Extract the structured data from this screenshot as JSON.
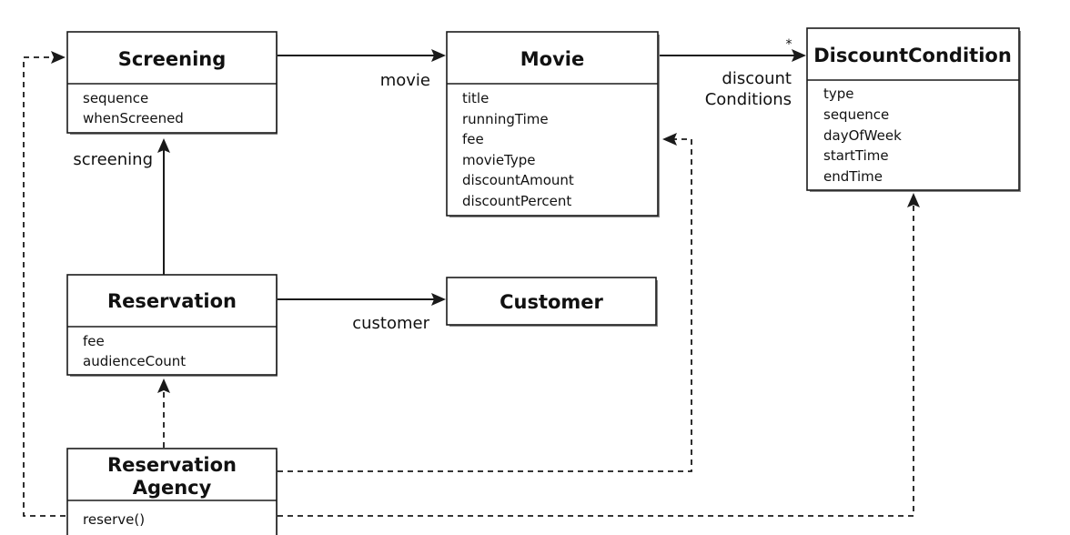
{
  "classes": {
    "screening": {
      "name": "Screening",
      "attributes": [
        "sequence",
        "whenScreened"
      ]
    },
    "movie": {
      "name": "Movie",
      "attributes": [
        "title",
        "runningTime",
        "fee",
        "movieType",
        "discountAmount",
        "discountPercent"
      ]
    },
    "discount_condition": {
      "name": "DiscountCondition",
      "attributes": [
        "type",
        "sequence",
        "dayOfWeek",
        "startTime",
        "endTime"
      ]
    },
    "reservation": {
      "name": "Reservation",
      "attributes": [
        "fee",
        "audienceCount"
      ]
    },
    "customer": {
      "name": "Customer",
      "attributes": []
    },
    "reservation_agency": {
      "name_line1": "Reservation",
      "name_line2": "Agency",
      "operations": [
        "reserve()"
      ]
    }
  },
  "associations": {
    "screening_to_movie": "movie",
    "movie_to_discount": {
      "line1": "discount",
      "line2": "Conditions",
      "multiplicity": "*"
    },
    "reservation_to_screening": "screening",
    "reservation_to_customer": "customer"
  }
}
